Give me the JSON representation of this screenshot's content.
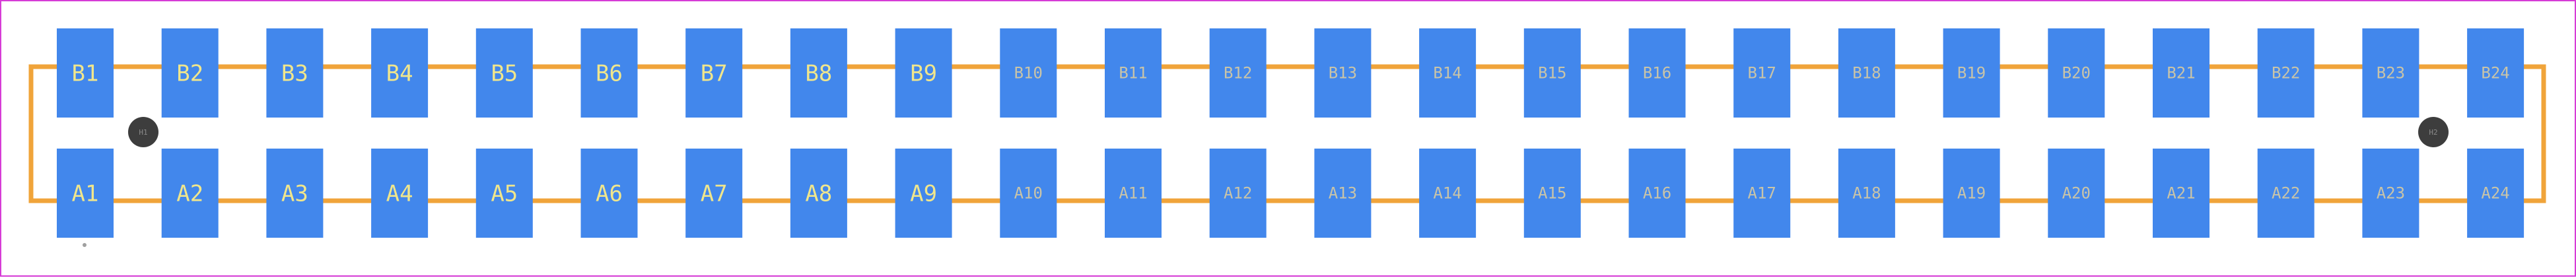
{
  "diagram": {
    "rows": {
      "top": [
        "B1",
        "B2",
        "B3",
        "B4",
        "B5",
        "B6",
        "B7",
        "B8",
        "B9",
        "B10",
        "B11",
        "B12",
        "B13",
        "B14",
        "B15",
        "B16",
        "B17",
        "B18",
        "B19",
        "B20",
        "B21",
        "B22",
        "B23",
        "B24"
      ],
      "bottom": [
        "A1",
        "A2",
        "A3",
        "A4",
        "A5",
        "A6",
        "A7",
        "A8",
        "A9",
        "A10",
        "A11",
        "A12",
        "A13",
        "A14",
        "A15",
        "A16",
        "A17",
        "A18",
        "A19",
        "A20",
        "A21",
        "A22",
        "A23",
        "A24"
      ]
    },
    "mounting_holes": [
      "H1",
      "H2"
    ],
    "colors": {
      "frame_border": "#d63cd6",
      "pad_fill": "#4287ec",
      "pad_label_bright": "#f0e68c",
      "pad_label_dim": "#c9c4a8",
      "outline": "#f0a43a",
      "hole_fill": "#3d3d3d",
      "hole_label": "#8a8a8a",
      "pin1_marker": "#a0a0a0"
    }
  }
}
